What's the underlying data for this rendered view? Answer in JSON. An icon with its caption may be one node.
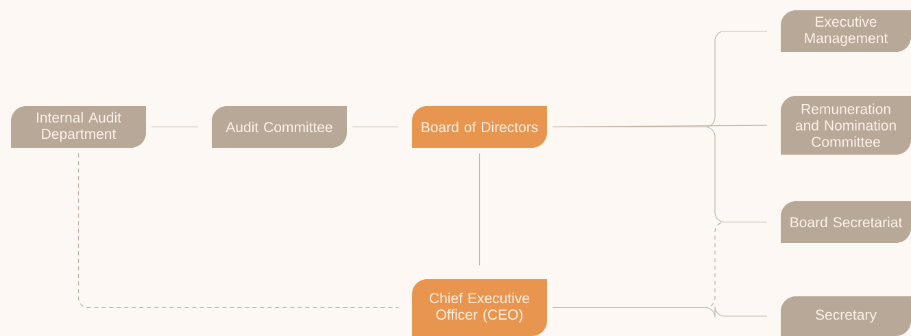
{
  "diagram": {
    "nodes": [
      {
        "text": [
          "Internal Audit Department"
        ]
      },
      {
        "text": [
          "Audit Committee"
        ]
      },
      {
        "text": [
          "Board of Directors"
        ]
      },
      {
        "text": [
          "Executive Management"
        ]
      },
      {
        "text": [
          "Remuneration and Nomination Committee"
        ]
      },
      {
        "text": [
          "Board Secretariat"
        ]
      },
      {
        "text": [
          "Chief Executive Officer (CEO)"
        ]
      },
      {
        "text": [
          "Secretary"
        ]
      }
    ],
    "edges": [
      {
        "from": 0,
        "to": 1,
        "arrow": "none"
      },
      {
        "from": 1,
        "to": 2,
        "arrow": "none"
      },
      {
        "from": 2,
        "to": 6,
        "arrow": "none"
      },
      {
        "from": 2,
        "to": 3,
        "arrow": "none"
      },
      {
        "from": 2,
        "to": 4,
        "arrow": "none"
      },
      {
        "from": 2,
        "to": 5,
        "arrow": "none"
      },
      {
        "from": 6,
        "to": 5,
        "arrow": "none",
        "style": "dashed"
      },
      {
        "from": 6,
        "to": 7,
        "arrow": "none"
      },
      {
        "from": 0,
        "to": 6,
        "arrow": "none",
        "style": "dashed"
      }
    ]
  }
}
